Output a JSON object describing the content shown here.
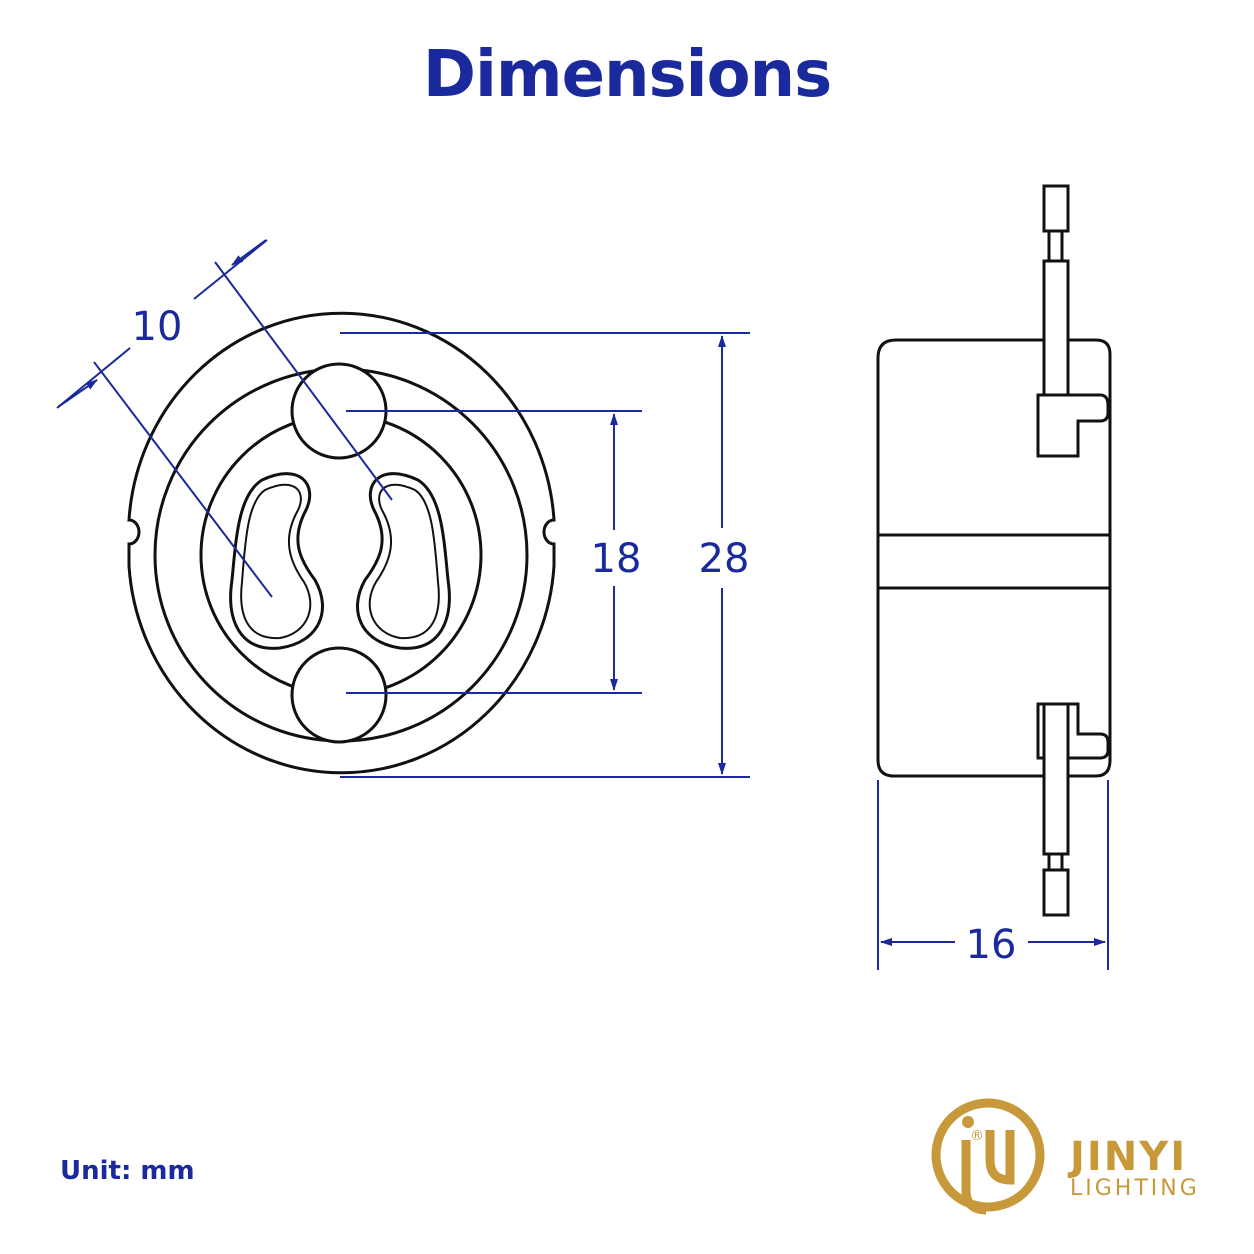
{
  "title": "Dimensions",
  "unit_label": "Unit: mm",
  "dimensions": {
    "pin_spacing": "10",
    "pin_span": "18",
    "outer_diameter": "28",
    "depth": "16"
  },
  "brand": {
    "name": "JINYI",
    "subtitle": "LIGHTING",
    "registered_mark": "®",
    "color": "#c8993a"
  },
  "colors": {
    "dimension": "#1a2a9c",
    "outline": "#111111"
  }
}
